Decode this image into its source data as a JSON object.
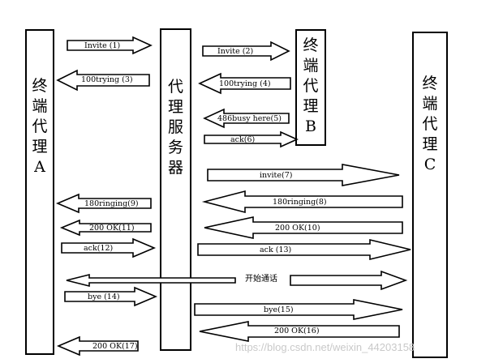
{
  "entities": {
    "ua_a": "终\n端\n代\n理\nA",
    "proxy": "代\n理\n服\n务\n器",
    "ua_b": "终\n端\n代\n理\nB",
    "ua_c": "终\n端\n代\n理\nC"
  },
  "messages": [
    {
      "id": "m1",
      "label": "Invite (1)",
      "direction": "right"
    },
    {
      "id": "m2",
      "label": "100trying (3)",
      "direction": "left"
    },
    {
      "id": "m3",
      "label": "Invite (2)",
      "direction": "right"
    },
    {
      "id": "m4",
      "label": "100trying (4)",
      "direction": "left"
    },
    {
      "id": "m5",
      "label": "486busy here(5)",
      "direction": "left"
    },
    {
      "id": "m6",
      "label": "ack(6)",
      "direction": "right"
    },
    {
      "id": "m7",
      "label": "invite(7)",
      "direction": "right"
    },
    {
      "id": "m8",
      "label": "180ringing(8)",
      "direction": "left"
    },
    {
      "id": "m9",
      "label": "180ringing(9)",
      "direction": "left"
    },
    {
      "id": "m10",
      "label": "200 OK(10)",
      "direction": "left"
    },
    {
      "id": "m11",
      "label": "200 OK(11)",
      "direction": "left"
    },
    {
      "id": "m12",
      "label": "ack(12)",
      "direction": "right"
    },
    {
      "id": "m13",
      "label": "ack (13)",
      "direction": "right"
    },
    {
      "id": "m14",
      "label": "开始通话",
      "direction": "both"
    },
    {
      "id": "m15",
      "label": "bye (14)",
      "direction": "right"
    },
    {
      "id": "m16",
      "label": "bye(15)",
      "direction": "right"
    },
    {
      "id": "m17",
      "label": "200 OK(16)",
      "direction": "left"
    },
    {
      "id": "m18",
      "label": "200 OK(17)",
      "direction": "left"
    }
  ],
  "watermark": "https://blog.csdn.net/weixin_44203158"
}
